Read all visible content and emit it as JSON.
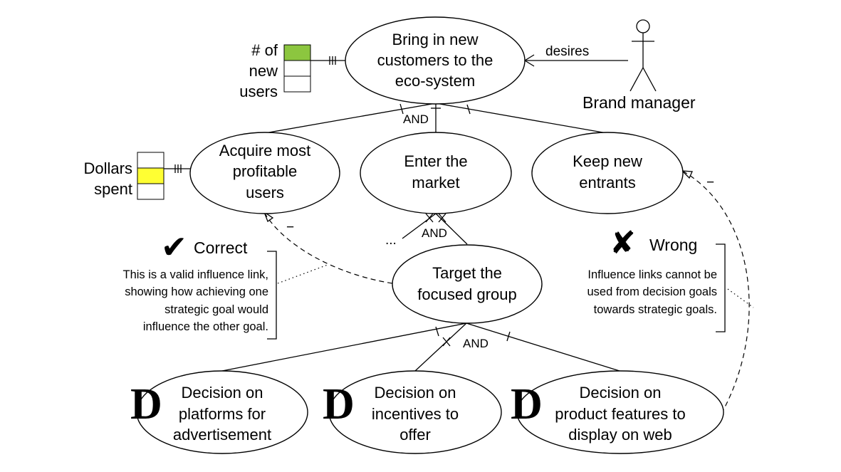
{
  "goals": {
    "top": [
      "Bring in new",
      "customers to the",
      "eco-system"
    ],
    "acquire": [
      "Acquire most",
      "profitable",
      "users"
    ],
    "enter": [
      "Enter the",
      "market"
    ],
    "keep": [
      "Keep new",
      "entrants"
    ],
    "target": [
      "Target the",
      "focused group"
    ],
    "decision_platforms": [
      "Decision on",
      "platforms for",
      "advertisement"
    ],
    "decision_incentives": [
      "Decision on",
      "incentives to",
      "offer"
    ],
    "decision_features": [
      "Decision on",
      "product features to",
      "display on web"
    ]
  },
  "decision_marker": "D",
  "actor": {
    "name": "Brand manager",
    "link_label": "desires"
  },
  "metrics": {
    "users": {
      "label": [
        "# of",
        "new",
        "users"
      ],
      "fills": [
        "#8cc63f",
        "#ffffff",
        "#ffffff"
      ]
    },
    "dollars": {
      "label": [
        "Dollars",
        "spent"
      ],
      "fills": [
        "#ffffff",
        "#ffff33",
        "#ffffff"
      ]
    }
  },
  "decomposition": {
    "top": "AND",
    "enter": "AND",
    "target": "AND",
    "ellipsis": "..."
  },
  "influence": {
    "correct_sign": "−",
    "wrong_sign": "−"
  },
  "annotations": {
    "correct": {
      "mark": "✔",
      "title": "Correct",
      "lines": [
        "This is a valid influence link,",
        "showing how achieving one",
        "strategic goal would",
        "influence the other goal."
      ]
    },
    "wrong": {
      "mark": "✘",
      "title": "Wrong",
      "lines": [
        "Influence links cannot be",
        "used from decision goals",
        "towards strategic goals."
      ]
    }
  }
}
